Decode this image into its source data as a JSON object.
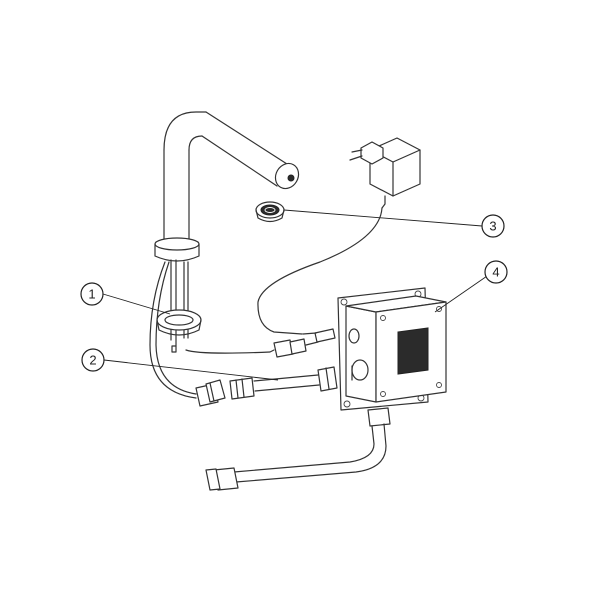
{
  "callouts": [
    {
      "id": "1",
      "label": "1"
    },
    {
      "id": "2",
      "label": "2"
    },
    {
      "id": "3",
      "label": "3"
    },
    {
      "id": "4",
      "label": "4"
    }
  ],
  "colors": {
    "line": "#333333",
    "fill": "#ffffff",
    "dark_panel": "#2b2b2b"
  },
  "icons": [
    "faucet-icon",
    "power-adapter-icon",
    "control-box-icon",
    "hose-icon",
    "aerator-icon"
  ]
}
